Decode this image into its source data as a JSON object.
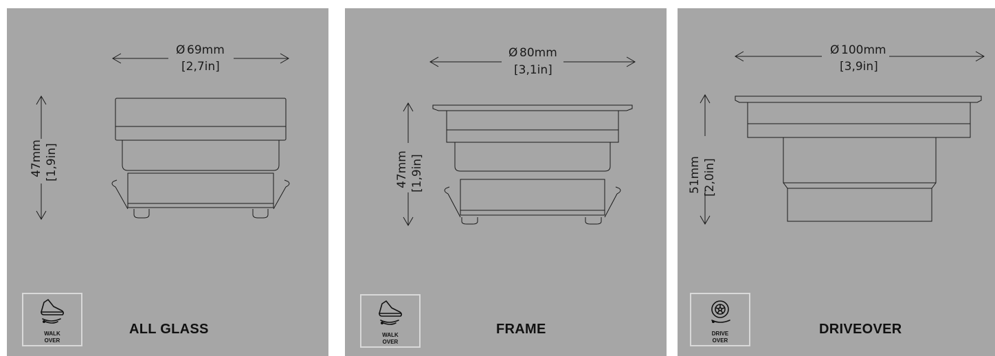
{
  "panels": [
    {
      "title": "ALL GLASS",
      "width_label": "69mm",
      "width_inch": "[2,7in]",
      "height_label": "47mm",
      "height_inch": "[1,9in]",
      "badge": {
        "icon": "shoe-icon",
        "line1": "WALK",
        "line2": "OVER"
      }
    },
    {
      "title": "FRAME",
      "width_label": "80mm",
      "width_inch": "[3,1in]",
      "height_label": "47mm",
      "height_inch": "[1,9in]",
      "badge": {
        "icon": "shoe-icon",
        "line1": "WALK",
        "line2": "OVER"
      }
    },
    {
      "title": "DRIVEOVER",
      "width_label": "100mm",
      "width_inch": "[3,9in]",
      "height_label": "51mm",
      "height_inch": "[2,0in]",
      "badge": {
        "icon": "wheel-icon",
        "line1": "DRIVE",
        "line2": "OVER"
      }
    }
  ],
  "diameter_symbol": "Ø",
  "colors": {
    "panel_bg": "#a6a6a6",
    "line": "#1a1a1a",
    "badge_border": "#d9d9d9"
  }
}
